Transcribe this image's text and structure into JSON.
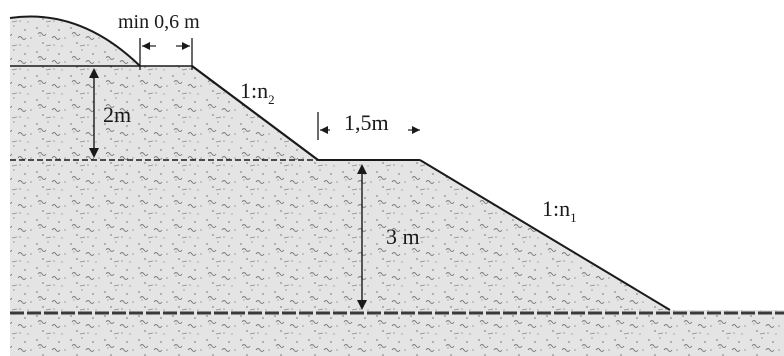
{
  "labels": {
    "berm_min": "min 0,6 m",
    "slope_upper_prefix": "1:n",
    "slope_upper_sub": "2",
    "berm_width": "1,5m",
    "height_upper": "2m",
    "slope_lower_prefix": "1:n",
    "slope_lower_sub": "1",
    "height_lower": "3 m"
  },
  "colors": {
    "line": "#1a1a1a",
    "fill": "#e2e2e2",
    "ground": "#3a3a3a"
  }
}
